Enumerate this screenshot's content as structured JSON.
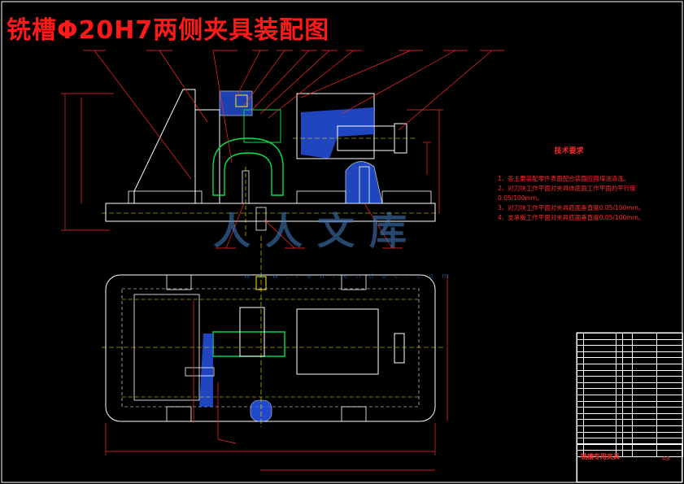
{
  "title": "铣槽Φ20H7两侧夹具装配图",
  "tech_requirements": {
    "heading": "技术要求",
    "items": [
      "1、各主要装配零件表面配合装面应用煤油清洗。",
      "2、对刀块工作平面对夹具体底面工作平面的平行度",
      "0.05/100mm。",
      "3、对刀块工作平面对夹具底面垂直度0.05/100mm。",
      "4、支承板工作平面对夹具底面垂直度0.05/100mm。"
    ]
  },
  "title_block": {
    "name": "铣槽专用夹具",
    "size": "A3"
  },
  "watermark": {
    "text": "人人文库",
    "url": "www.renrendoc.com"
  },
  "colors": {
    "line": "#ffffff",
    "dim": "#ff2a2a",
    "hatch": "#2a5cff",
    "part": "#00e04a",
    "center": "#ffee00",
    "leader": "#ff2a2a"
  }
}
